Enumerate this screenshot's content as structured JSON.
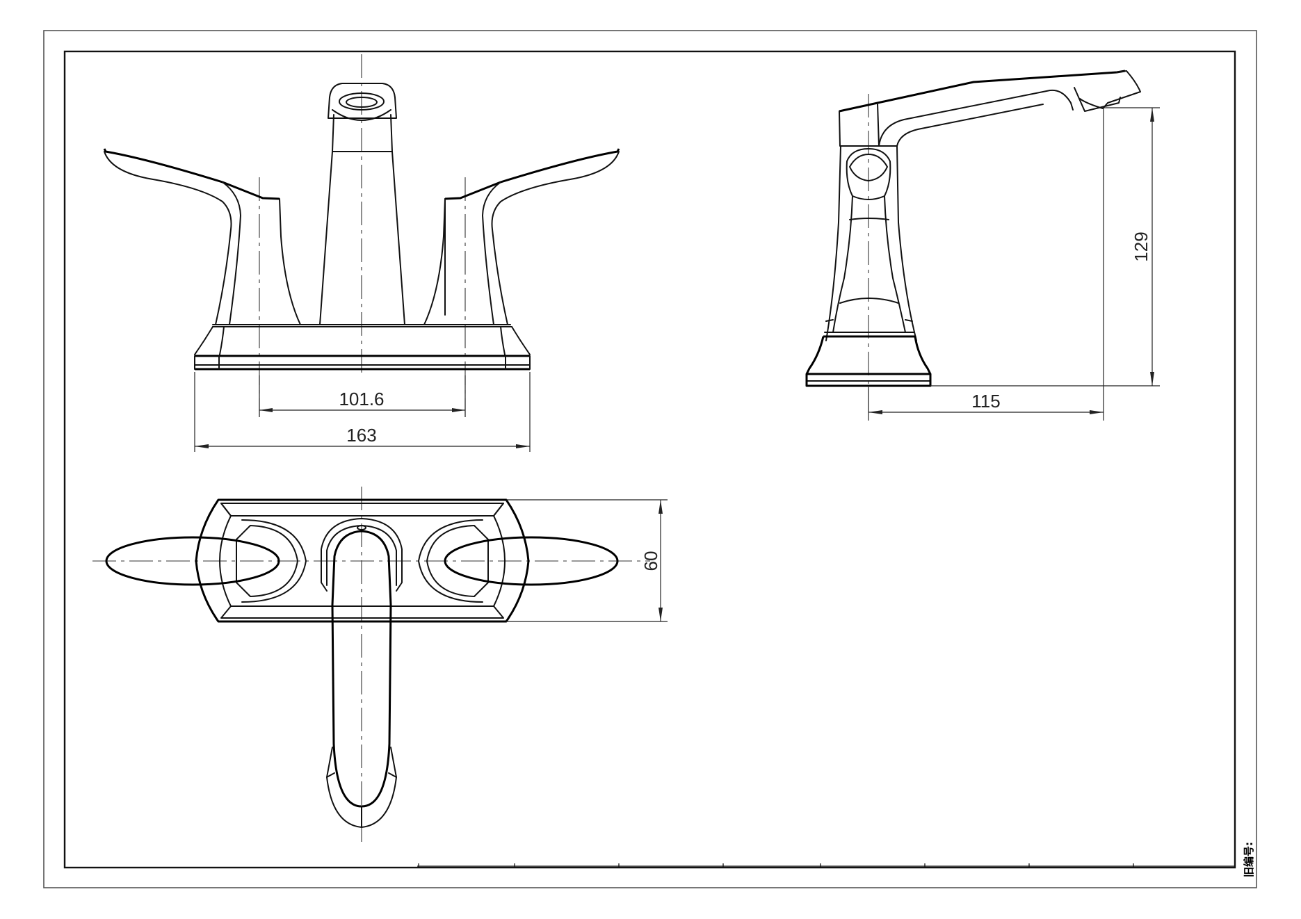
{
  "drawing": {
    "type": "technical-drawing",
    "subject": "two-handle centerset bathroom faucet",
    "views": [
      {
        "name": "front-view"
      },
      {
        "name": "side-view"
      },
      {
        "name": "top-view"
      }
    ],
    "dimensions": {
      "handle_spacing": "101.6",
      "base_width": "163",
      "spout_reach": "115",
      "spout_height": "129",
      "base_depth": "60"
    },
    "title_block": {
      "old_number_label": "旧编号:"
    },
    "colors": {
      "line": "#111111",
      "background": "#ffffff"
    }
  }
}
